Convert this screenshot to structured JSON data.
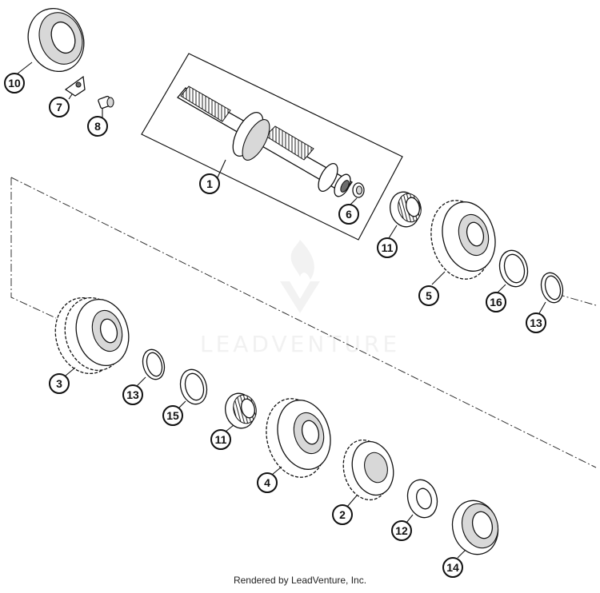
{
  "watermark": {
    "brand": "LEADVENTURE"
  },
  "credit": "Rendered by LeadVenture, Inc.",
  "callouts": {
    "c1": "1",
    "c2": "2",
    "c3": "3",
    "c4": "4",
    "c5": "5",
    "c6": "6",
    "c7": "7",
    "c8": "8",
    "c10": "10",
    "c11a": "11",
    "c11b": "11",
    "c12": "12",
    "c13a": "13",
    "c13b": "13",
    "c14": "14",
    "c15": "15",
    "c16": "16"
  }
}
